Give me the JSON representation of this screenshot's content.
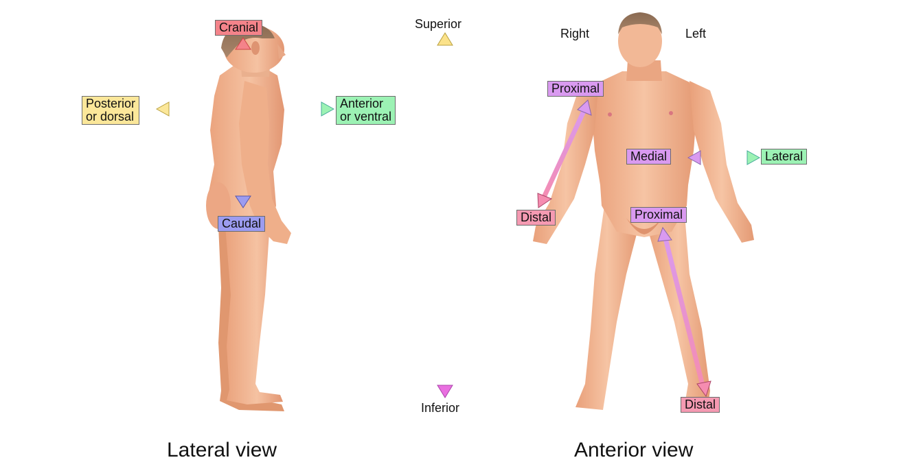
{
  "lateral": {
    "cranial": "Cranial",
    "caudal": "Caudal",
    "posterior": [
      "Posterior",
      "or dorsal"
    ],
    "anterior": [
      "Anterior",
      "or ventral"
    ],
    "caption": "Lateral view"
  },
  "axis": {
    "superior": "Superior",
    "inferior": "Inferior"
  },
  "anterior_view": {
    "right": "Right",
    "left": "Left",
    "arm_proximal": "Proximal",
    "arm_distal": "Distal",
    "medial": "Medial",
    "lateral": "Lateral",
    "leg_proximal": "Proximal",
    "leg_distal": "Distal",
    "caption": "Anterior view"
  },
  "colors": {
    "red": "#f4838a",
    "blue": "#9c9cf0",
    "yellow": "#fbe79a",
    "green": "#9cf2b4",
    "purple": "#d99af0",
    "pink": "#f59ab2",
    "skin": "#f0b08c"
  }
}
